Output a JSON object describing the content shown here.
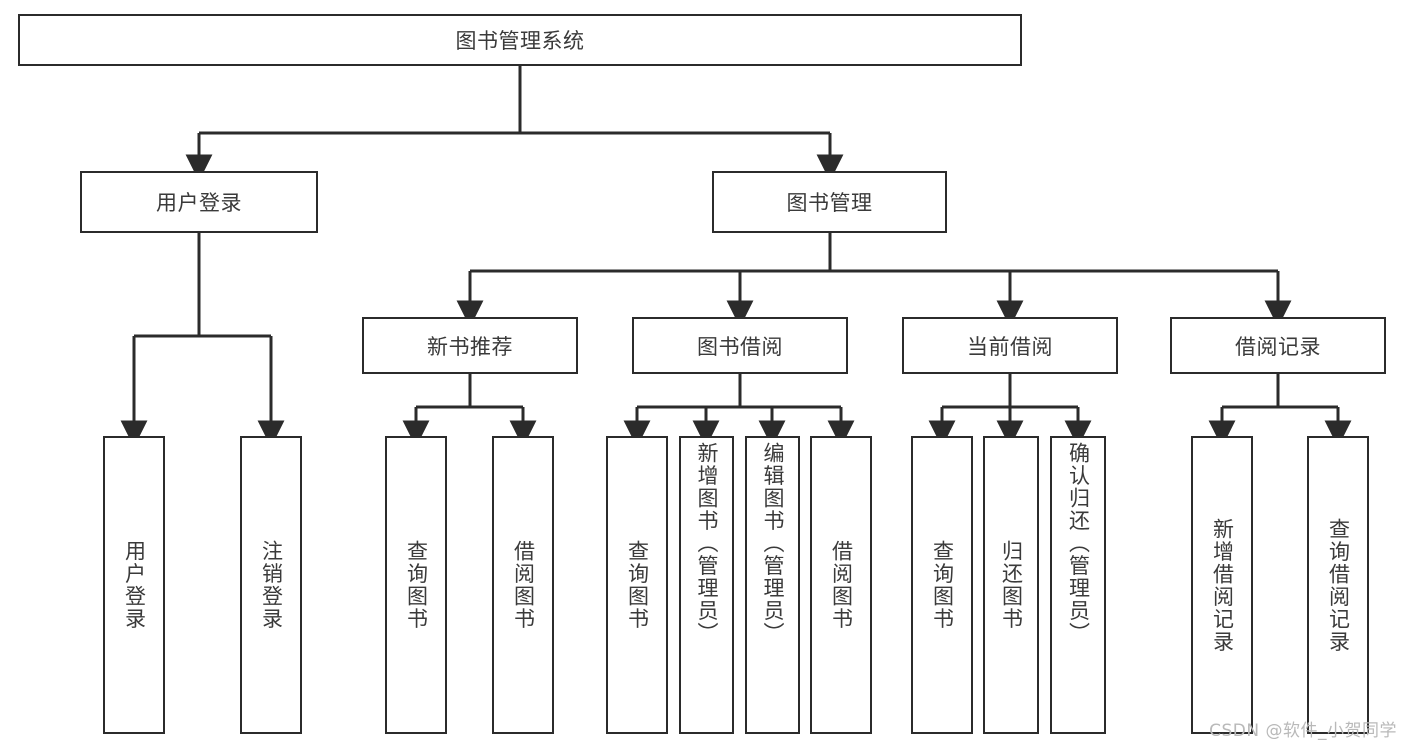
{
  "diagram": {
    "type": "tree",
    "title": "图书管理系统",
    "root": {
      "label": "图书管理系统"
    },
    "level1": [
      {
        "label": "用户登录"
      },
      {
        "label": "图书管理"
      }
    ],
    "level2": [
      {
        "label": "新书推荐"
      },
      {
        "label": "图书借阅"
      },
      {
        "label": "当前借阅"
      },
      {
        "label": "借阅记录"
      }
    ],
    "leaves": {
      "user_login": [
        {
          "label": "用户登录"
        },
        {
          "label": "注销登录"
        }
      ],
      "new_book": [
        {
          "label": "查询图书"
        },
        {
          "label": "借阅图书"
        }
      ],
      "borrow_book": [
        {
          "label": "查询图书"
        },
        {
          "label": "新增图书（管理员）"
        },
        {
          "label": "编辑图书（管理员）"
        },
        {
          "label": "借阅图书"
        }
      ],
      "current_borrow": [
        {
          "label": "查询图书"
        },
        {
          "label": "归还图书"
        },
        {
          "label": "确认归还（管理员）"
        }
      ],
      "borrow_record": [
        {
          "label": "新增借阅记录"
        },
        {
          "label": "查询借阅记录"
        }
      ]
    }
  },
  "watermark": {
    "text": "CSDN @软件_小贺同学"
  },
  "colors": {
    "border": "#2b2b2b",
    "text": "#3a3a3a",
    "background": "#ffffff",
    "watermark": "#b9b9b9"
  }
}
